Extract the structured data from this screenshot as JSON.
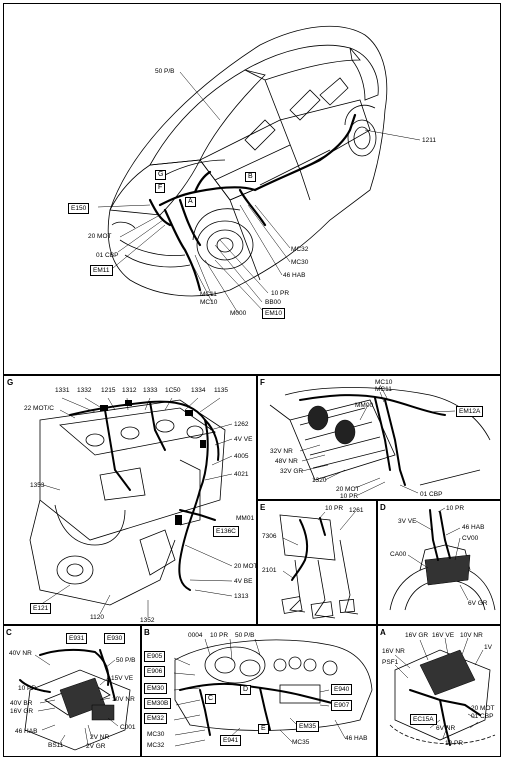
{
  "main": {
    "labels": [
      "50 P/B",
      "1211",
      "E150",
      "20 MOT",
      "01 CBP",
      "EM11",
      "MC32",
      "MC30",
      "46 HAB",
      "10 PR",
      "BB00",
      "MC11",
      "MC10",
      "M000",
      "EM10"
    ],
    "tags": [
      "G",
      "F",
      "A",
      "B"
    ]
  },
  "panel_g": {
    "letter": "G",
    "labels": [
      "1331",
      "1332",
      "1215",
      "1312",
      "1333",
      "1C50",
      "1334",
      "1135",
      "22 MOT/C",
      "1262",
      "4V VE",
      "4005",
      "4021",
      "1353",
      "MM01",
      "E136C",
      "20 MOT",
      "4V BE",
      "1313",
      "E121",
      "1120",
      "1352"
    ]
  },
  "panel_f": {
    "letter": "F",
    "labels": [
      "MC10",
      "MC11",
      "MM00",
      "EM12A",
      "32V NR",
      "48V NR",
      "32V GR",
      "1320",
      "20 MOT",
      "10 PR",
      "01 CBP"
    ]
  },
  "panel_e": {
    "letter": "E",
    "labels": [
      "10 PR",
      "1261",
      "7306",
      "2101"
    ]
  },
  "panel_d": {
    "letter": "D",
    "labels": [
      "10 PR",
      "3V VE",
      "46 HAB",
      "CV00",
      "CA00",
      "6V GR"
    ]
  },
  "panel_c": {
    "letter": "C",
    "labels": [
      "E931",
      "E930",
      "40V NR",
      "50 P/B",
      "10 PR",
      "15V VE",
      "40V BR",
      "16V GR",
      "10V NR",
      "C001",
      "46 HAB",
      "BS11",
      "2V NR",
      "2V GR"
    ]
  },
  "panel_b": {
    "letter": "B",
    "labels": [
      "E905",
      "E906",
      "EM30",
      "EM30B",
      "EM32",
      "0004",
      "10 PR",
      "50 P/B",
      "E940",
      "E907",
      "MC30",
      "MC32",
      "E941",
      "MC35",
      "EM35",
      "46 HAB",
      "D",
      "E",
      "C"
    ]
  },
  "panel_a": {
    "letter": "A",
    "labels": [
      "16V GR",
      "16V VE",
      "10V NR",
      "16V NR",
      "1V",
      "PSF1",
      "EC15A",
      "20 MOT",
      "01 CBP",
      "6V NR",
      "10 PR"
    ]
  }
}
